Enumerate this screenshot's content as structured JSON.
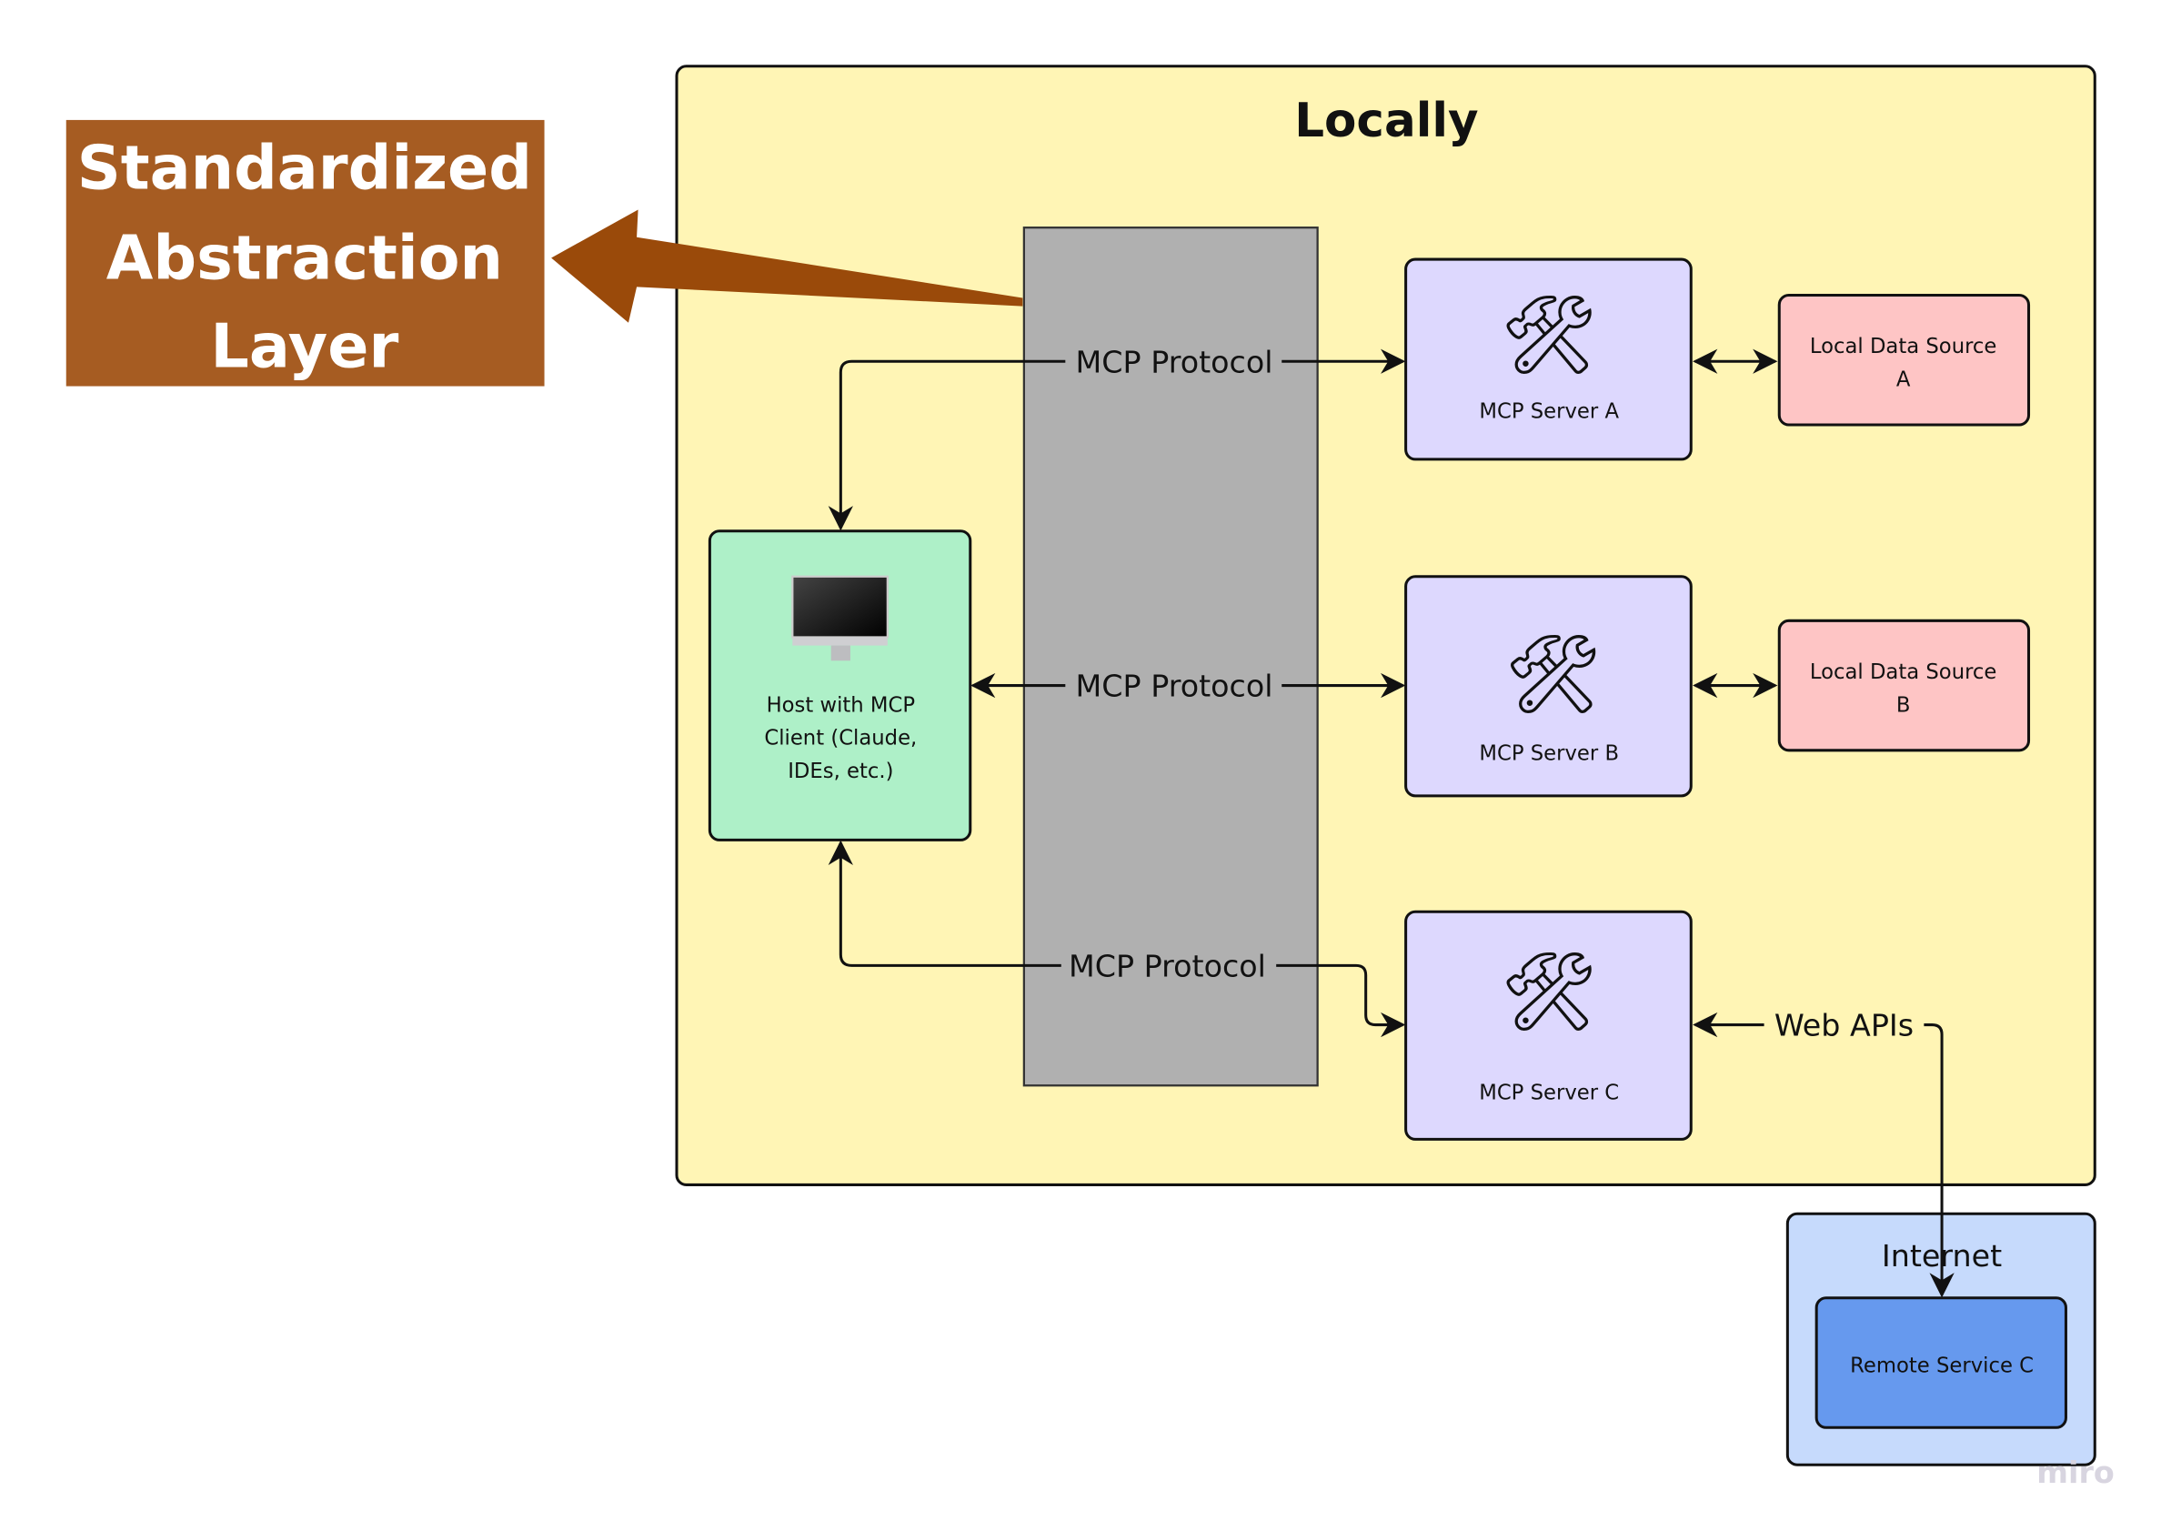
{
  "callout": {
    "lines": [
      "Standardized",
      "Abstraction",
      "Layer"
    ],
    "color": "#a65c22",
    "arrow_color": "#9a4a0a"
  },
  "local": {
    "title": "Locally",
    "color": "#fff5b5"
  },
  "protocol_column": {
    "color": "#b0b0b0",
    "labels": [
      "MCP Protocol",
      "MCP Protocol",
      "MCP Protocol"
    ]
  },
  "host": {
    "icon": "desktop-computer-icon",
    "lines": [
      "Host with MCP",
      "Client (Claude,",
      "IDEs, etc.)"
    ],
    "color": "#aef0c8"
  },
  "servers": [
    {
      "label": "MCP Server A",
      "icon": "hammer-and-wrench-icon"
    },
    {
      "label": "MCP Server B",
      "icon": "hammer-and-wrench-icon"
    },
    {
      "label": "MCP Server C",
      "icon": "hammer-and-wrench-icon"
    }
  ],
  "server_color": "#ddd8fe",
  "data_sources": [
    {
      "lines": [
        "Local Data Source",
        "A"
      ]
    },
    {
      "lines": [
        "Local Data Source",
        "B"
      ]
    }
  ],
  "data_source_color": "#fec5c5",
  "web_apis_label": "Web APIs",
  "internet": {
    "title": "Internet",
    "color": "#c6dafc",
    "remote_service": {
      "label": "Remote Service C",
      "color": "#6699ee"
    }
  },
  "watermark": "miro"
}
